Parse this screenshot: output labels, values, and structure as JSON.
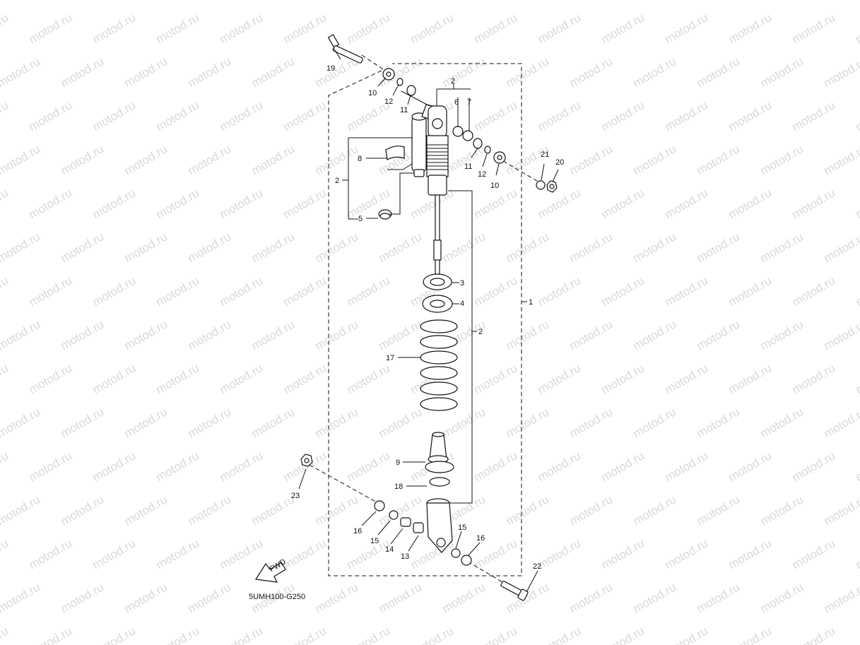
{
  "watermark": "motod.ru",
  "diagram_code": "5UMH100-G250",
  "fwd_label": "FWD",
  "callouts": [
    "19",
    "10",
    "12",
    "11",
    "2",
    "6",
    "7",
    "11",
    "12",
    "10",
    "21",
    "20",
    "8",
    "2",
    "5",
    "3",
    "4",
    "1",
    "2",
    "17",
    "9",
    "18",
    "23",
    "16",
    "15",
    "14",
    "13",
    "15",
    "16",
    "22"
  ]
}
